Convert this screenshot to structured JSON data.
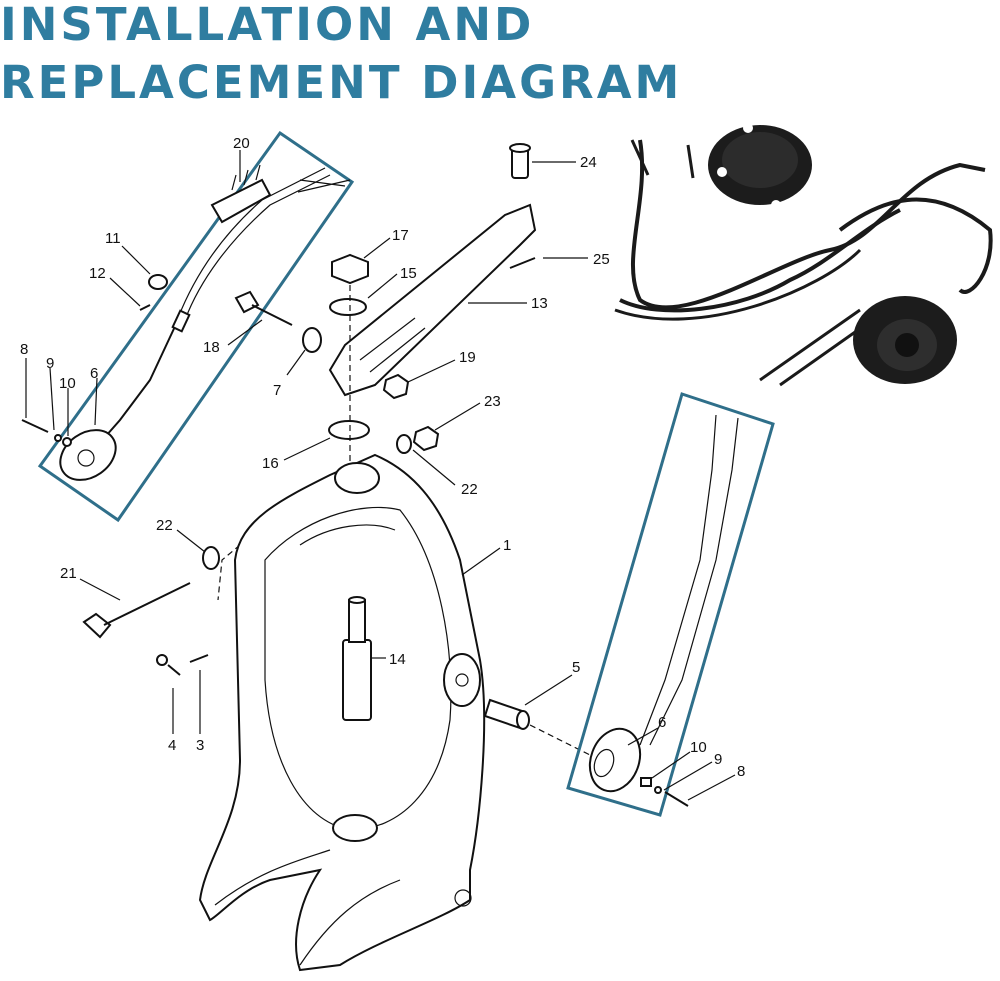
{
  "title_lines": [
    "INSTALLATION AND",
    "REPLACEMENT DIAGRAM"
  ],
  "accent_color": "#2f7da0",
  "callout_box_color": "#2f6f8a",
  "labels": {
    "p20": "20",
    "p11": "11",
    "p12": "12",
    "p8a": "8",
    "p9a": "9",
    "p10a": "10",
    "p6a": "6",
    "p17": "17",
    "p15": "15",
    "p18": "18",
    "p7": "7",
    "p24": "24",
    "p25": "25",
    "p13": "13",
    "p19": "19",
    "p23": "23",
    "p16": "16",
    "p22a": "22",
    "p22b": "22",
    "p1": "1",
    "p21": "21",
    "p14": "14",
    "p4": "4",
    "p3": "3",
    "p5": "5",
    "p6b": "6",
    "p10b": "10",
    "p9b": "9",
    "p8b": "8"
  }
}
